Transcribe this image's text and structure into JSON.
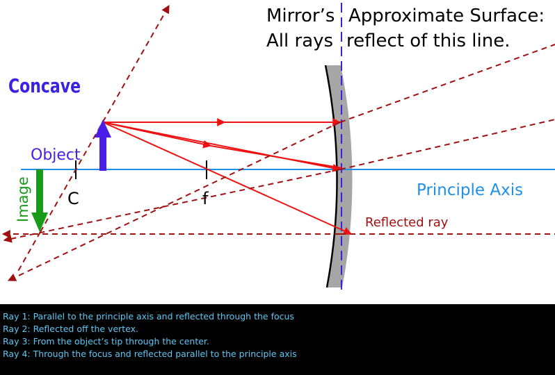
{
  "caption": {
    "line1_left": "Mirror’s",
    "line1_right": "Approximate Surface:",
    "line2_left": "All rays",
    "line2_right": "reflect of this line."
  },
  "mirror_type_label": "Concave",
  "labels": {
    "object": "Object",
    "image": "Image",
    "center": "C",
    "focus": "f",
    "principle_axis": "Principle Axis",
    "reflected_ray": "Reflected ray"
  },
  "rays": [
    "Ray 1: Parallel to the principle axis and reflected through the focus",
    "Ray 2: Reflected off the vertex.",
    "Ray 3: From the object’s tip through the center.",
    "Ray 4: Through the focus and reflected parallel to the principle axis"
  ],
  "colors": {
    "incident_ray": "#ee1111",
    "reflected_ray": "#a01010",
    "principle_axis": "#1e90e8",
    "object_arrow": "#4a1ee8",
    "image_arrow": "#1a9a1a",
    "concave_label": "#3a22e0",
    "surface_line": "#3a22e0",
    "mirror_fill": "#a6a6a6",
    "legend_text": "#5ec8f5",
    "legend_bg": "#000000"
  }
}
